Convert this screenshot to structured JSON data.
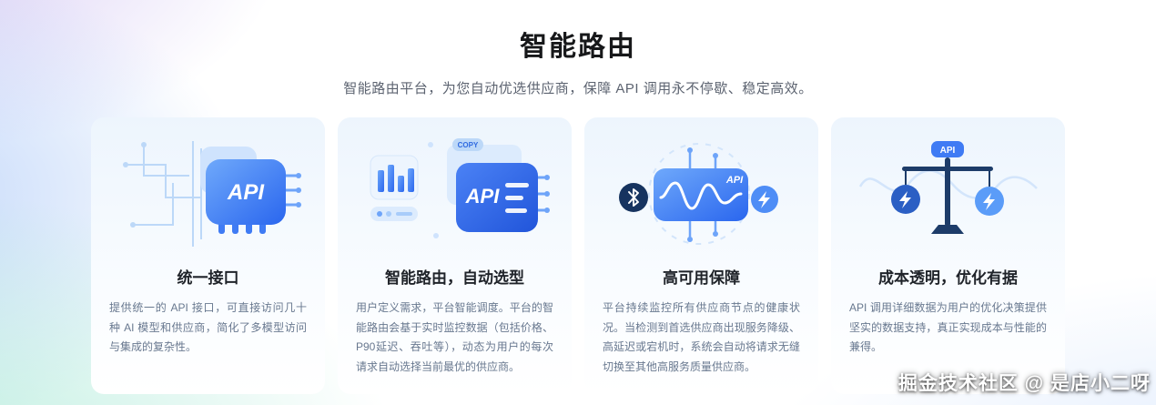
{
  "page": {
    "title": "智能路由",
    "subtitle": "智能路由平台，为您自动优选供应商，保障 API 调用永不停歇、稳定高效。"
  },
  "cards": [
    {
      "title": "统一接口",
      "description": "提供统一的 API 接口，可直接访问几十种 AI 模型和供应商，简化了多模型访问与集成的复杂性。",
      "badge": "API"
    },
    {
      "title": "智能路由，自动选型",
      "description": "用户定义需求，平台智能调度。平台的智能路由会基于实时监控数据（包括价格、P90延迟、吞吐等），动态为用户的每次请求自动选择当前最优的供应商。",
      "badge": "API",
      "copy_label": "COPY"
    },
    {
      "title": "高可用保障",
      "description": "平台持续监控所有供应商节点的健康状况。当检测到首选供应商出现服务降级、高延迟或宕机时，系统会自动将请求无缝切换至其他高服务质量供应商。",
      "badge": "API"
    },
    {
      "title": "成本透明，优化有据",
      "description": "API 调用详细数据为用户的优化决策提供坚实的数据支持，真正实现成本与性能的兼得。",
      "badge": "API"
    }
  ],
  "watermark": "掘金技术社区 @ 是店小二呀",
  "colors": {
    "accent_blue": "#3f7bf4",
    "deep_blue": "#2a66ee",
    "navy": "#1d3c69",
    "light_blue": "#cfe3fd",
    "text_dark": "#1f2329",
    "text_muted": "#68788f"
  }
}
